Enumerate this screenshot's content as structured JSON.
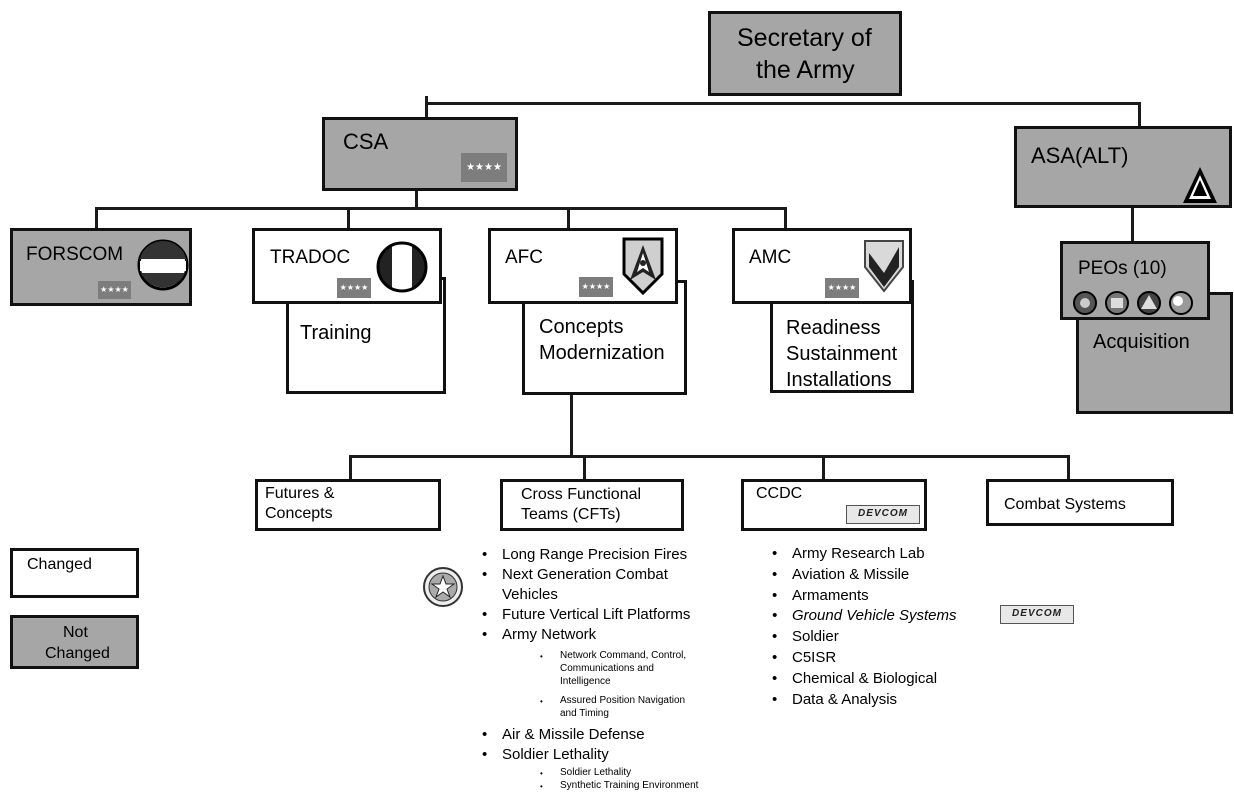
{
  "top": {
    "title_line1": "Secretary of",
    "title_line2": "the Army"
  },
  "csa": {
    "label": "CSA",
    "rank": "★★★★"
  },
  "asa": {
    "label": "ASA(ALT)"
  },
  "forscom": {
    "label": "FORSCOM",
    "rank": "★★★★"
  },
  "tradoc": {
    "label": "TRADOC",
    "rank": "★★★★",
    "sub": "Training"
  },
  "afc": {
    "label": "AFC",
    "rank": "★★★★",
    "sub_line1": "Concepts",
    "sub_line2": "Modernization"
  },
  "amc": {
    "label": "AMC",
    "rank": "★★★★",
    "sub_line1": "Readiness",
    "sub_line2": "Sustainment",
    "sub_line3": "Installations"
  },
  "peos": {
    "label": "PEOs (10)",
    "sub": "Acquisition"
  },
  "afc_children": {
    "futures_line1": "Futures &",
    "futures_line2": "Concepts",
    "cft_line1": "Cross Functional",
    "cft_line2": "Teams (CFTs)",
    "ccdc": "CCDC",
    "combat": "Combat Systems",
    "devcom": "DEVCOM"
  },
  "legend": {
    "changed": "Changed",
    "not_changed_line1": "Not",
    "not_changed_line2": "Changed"
  },
  "cft_list": [
    "Long Range Precision Fires",
    "Next Generation Combat",
    "Vehicles",
    "Future Vertical Lift Platforms",
    "Army Network",
    "Network Command, Control,",
    "Communications and",
    "Intelligence",
    "Assured Position Navigation",
    "and Timing",
    "Air & Missile Defense",
    "Soldier Lethality",
    "Soldier Lethality",
    "Synthetic Training Environment"
  ],
  "ccdc_list": [
    "Army Research Lab",
    "Aviation & Missile",
    "Armaments",
    "Ground Vehicle Systems",
    "Soldier",
    "C5ISR",
    "Chemical & Biological",
    "Data & Analysis"
  ]
}
